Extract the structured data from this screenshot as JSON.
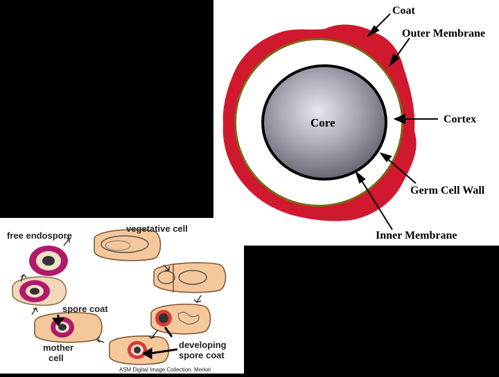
{
  "spore_diagram": {
    "core_label": "Core",
    "labels": {
      "coat": "Coat",
      "outer_membrane": "Outer Membrane",
      "cortex": "Cortex",
      "germ_cell_wall": "Germ Cell Wall",
      "inner_membrane": "Inner Membrane"
    },
    "colors": {
      "coat": "#d0182f",
      "outer_membrane": "#7a6a14",
      "cortex": "#ffffff",
      "germ_cell_wall": "#000000",
      "core": "#8e8a97"
    }
  },
  "life_cycle": {
    "labels": {
      "free_endospore": "free endospore",
      "vegetative_cell": "vegetative cell",
      "spore_coat": "spore coat",
      "mother_cell": "mother cell",
      "developing_spore_coat": "developing spore coat",
      "credit": "ASM Digital Image Collection. Merkel"
    },
    "colors": {
      "cell_fill": "#f4c89a",
      "spore_coat": "#b01a6a",
      "developing_coat": "#d83a3a"
    }
  }
}
